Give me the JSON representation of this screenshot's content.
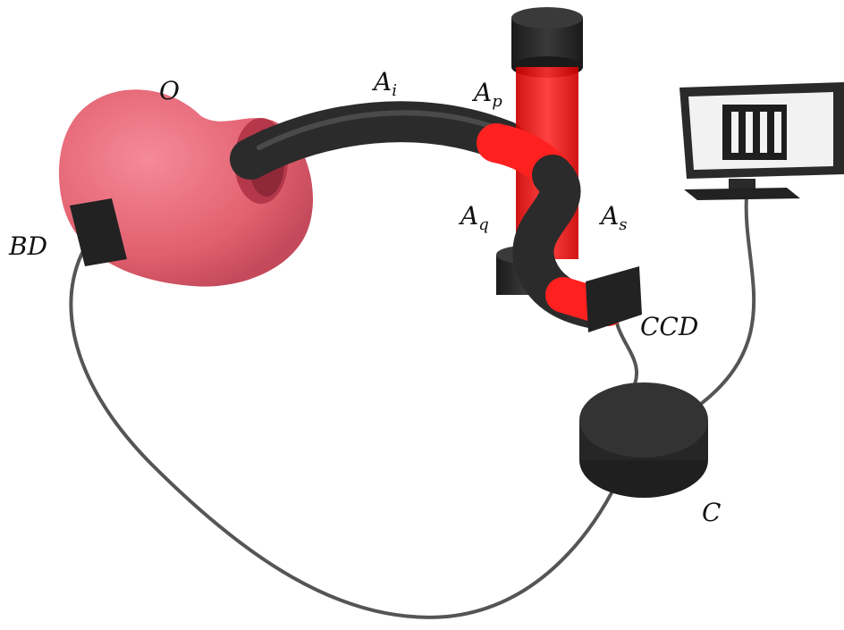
{
  "colors": {
    "object_pink": "#e86b7d",
    "object_pink_dark": "#c84e62",
    "tube_black": "#2a2a2a",
    "laser_red": "#ff1a1a",
    "cable_gray": "#555555",
    "device_black": "#262626"
  },
  "labels": {
    "object": {
      "base": "O",
      "sub": ""
    },
    "arm_i": {
      "base": "A",
      "sub": "i"
    },
    "arm_p": {
      "base": "A",
      "sub": "p"
    },
    "arm_q": {
      "base": "A",
      "sub": "q"
    },
    "arm_s": {
      "base": "A",
      "sub": "s"
    },
    "bd": {
      "base": "BD",
      "sub": ""
    },
    "ccd": {
      "base": "CCD",
      "sub": ""
    },
    "c": {
      "base": "C",
      "sub": ""
    }
  },
  "monitor_icon": "barcode-stripes-icon"
}
